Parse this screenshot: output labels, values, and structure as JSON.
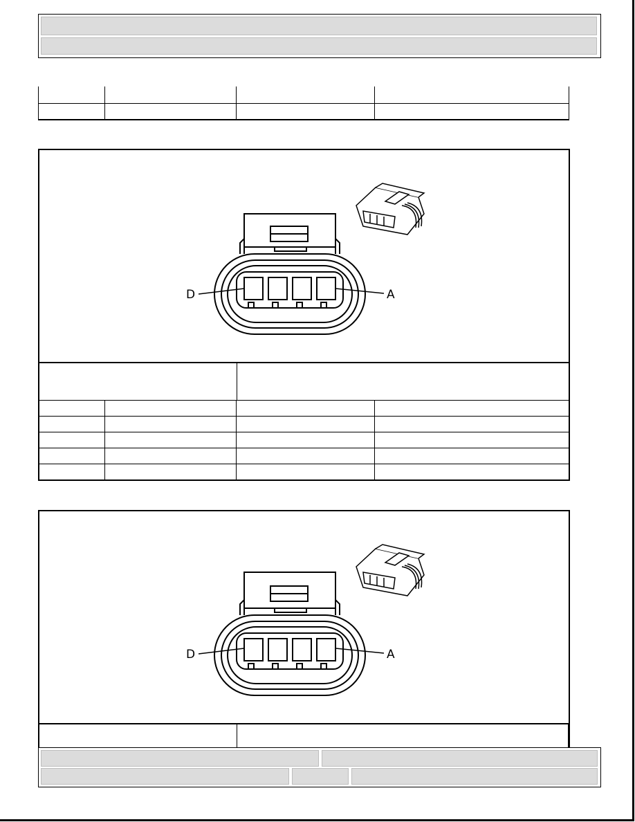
{
  "header": {
    "title": "",
    "subtitle": ""
  },
  "summary_table": {
    "columns": [
      "",
      "",
      "",
      ""
    ],
    "rows": [
      [
        "",
        "",
        "",
        ""
      ]
    ]
  },
  "connector_figures": [
    {
      "label_left": "D",
      "label_right": "A",
      "caption_left": "",
      "caption_right": "",
      "pin_rows": [
        [
          "",
          "",
          "",
          ""
        ],
        [
          "",
          "",
          "",
          ""
        ],
        [
          "",
          "",
          "",
          ""
        ],
        [
          "",
          "",
          "",
          ""
        ],
        [
          "",
          "",
          "",
          ""
        ]
      ]
    },
    {
      "label_left": "D",
      "label_right": "A",
      "caption_left": "",
      "caption_right": ""
    }
  ],
  "footer": {
    "left_top": "",
    "right_top": "",
    "left_bottom": "",
    "mid_bottom": "",
    "right_bottom": ""
  }
}
